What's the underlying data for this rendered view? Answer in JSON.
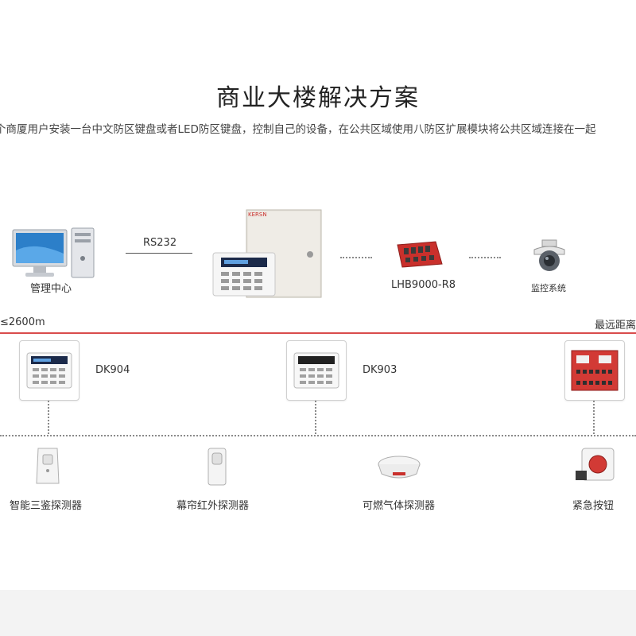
{
  "title": "商业大楼解决方案",
  "subtitle": "个商厦用户安装一台中文防区键盘或者LED防区键盘，控制自己的设备，在公共区域使用八防区扩展模块将公共区域连接在一起",
  "top_row": {
    "management_label": "管理中心",
    "rs232_label": "RS232",
    "module_label": "LHB9000-R8",
    "monitor_label": "监控系统",
    "cabinet_brand": "KERSN"
  },
  "distance": {
    "left_label": "≤2600m",
    "right_label": "最远距离"
  },
  "keypads": [
    {
      "label": "DK904"
    },
    {
      "label": "DK903"
    }
  ],
  "detectors": [
    {
      "label": "智能三鉴探测器"
    },
    {
      "label": "幕帘红外探测器"
    },
    {
      "label": "可燃气体探测器"
    },
    {
      "label": "紧急按钮"
    }
  ],
  "colors": {
    "accent_red": "#d94c4c",
    "board_red": "#c9302c",
    "monitor_blue": "#2c7fc9"
  }
}
